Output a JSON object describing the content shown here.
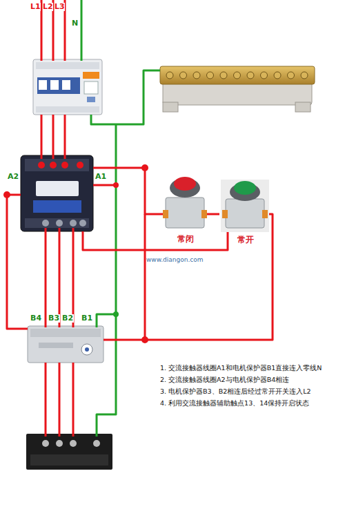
{
  "diagram": {
    "nodes": [
      {
        "text": [
          "A2",
          "A1"
        ]
      },
      {
        "text": [
          "常闭"
        ]
      },
      {
        "text": [
          "常开"
        ]
      },
      {
        "text": [
          "B4",
          "B3",
          "B2",
          "B1"
        ]
      }
    ],
    "edges": [
      {
        "from": 0,
        "to": 1,
        "arrow": "none"
      },
      {
        "from": 1,
        "to": 2,
        "arrow": "none"
      },
      {
        "from": 2,
        "to": 3,
        "arrow": "none"
      },
      {
        "from": 0,
        "to": 2,
        "arrow": "none"
      },
      {
        "from": 0,
        "to": 3,
        "arrow": "none"
      }
    ],
    "labels": [
      "L1",
      "L2",
      "L3",
      "N",
      "www.diangon.com",
      "1. 交流接触器线圈A1和电机保护器B1直接连入零线N",
      "2. 交流接触器线圈A2与电机保护器B4相连",
      "3. 电机保护器B3、B2相连后经过常开开关连入L2",
      "4. 利用交流接触器辅助触点13、14保持开启状态"
    ]
  }
}
